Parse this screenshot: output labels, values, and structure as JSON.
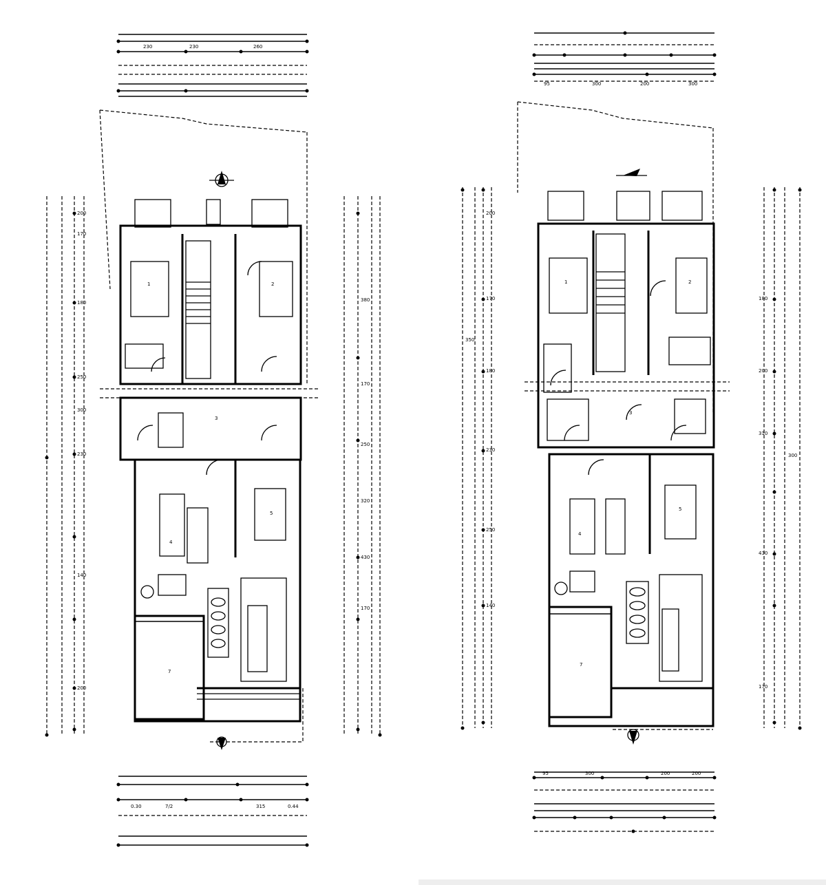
{
  "colors": {
    "ink": "#000000",
    "paper": "#ffffff",
    "footer_bar": "#eeeeee"
  },
  "plans": [
    {
      "id": "left",
      "room_tags": [
        {
          "key": "bed-tl",
          "text": "1"
        },
        {
          "key": "bed-tr",
          "text": "2"
        },
        {
          "key": "living",
          "text": "3"
        },
        {
          "key": "bath",
          "text": "4"
        },
        {
          "key": "bed-mid",
          "text": "5"
        },
        {
          "key": "garage",
          "text": "7"
        }
      ],
      "dimensions": {
        "top_total": "",
        "top_sub": [
          "230",
          "230",
          "260"
        ],
        "bottom_sub": [
          "0.30",
          "7/2",
          "315",
          "0.44"
        ],
        "left_side": [
          "200",
          "170",
          "180",
          "250",
          "300",
          "230",
          "140",
          "200"
        ],
        "right_side": [
          "380",
          "170",
          "250",
          "320",
          "430",
          "170"
        ]
      }
    },
    {
      "id": "right",
      "room_tags": [
        {
          "key": "bed-tl",
          "text": "1"
        },
        {
          "key": "bed-tr",
          "text": "2"
        },
        {
          "key": "living",
          "text": "3"
        },
        {
          "key": "bath",
          "text": "4"
        },
        {
          "key": "bed-mid",
          "text": "5"
        },
        {
          "key": "garage",
          "text": "7"
        }
      ],
      "dimensions": {
        "top_total": "",
        "top_sub": [
          "95",
          "300",
          "200",
          "300"
        ],
        "bottom_sub": [
          "95",
          "300",
          "200",
          "200"
        ],
        "left_side": [
          "350",
          "200",
          "170",
          "180",
          "230",
          "250",
          "140"
        ],
        "right_side": [
          "300",
          "180",
          "200",
          "310",
          "430",
          "170"
        ]
      }
    }
  ],
  "icons": [
    "north-arrow-icon",
    "entrance-arrow-icon",
    "stair-icon",
    "door-swing-icon"
  ]
}
